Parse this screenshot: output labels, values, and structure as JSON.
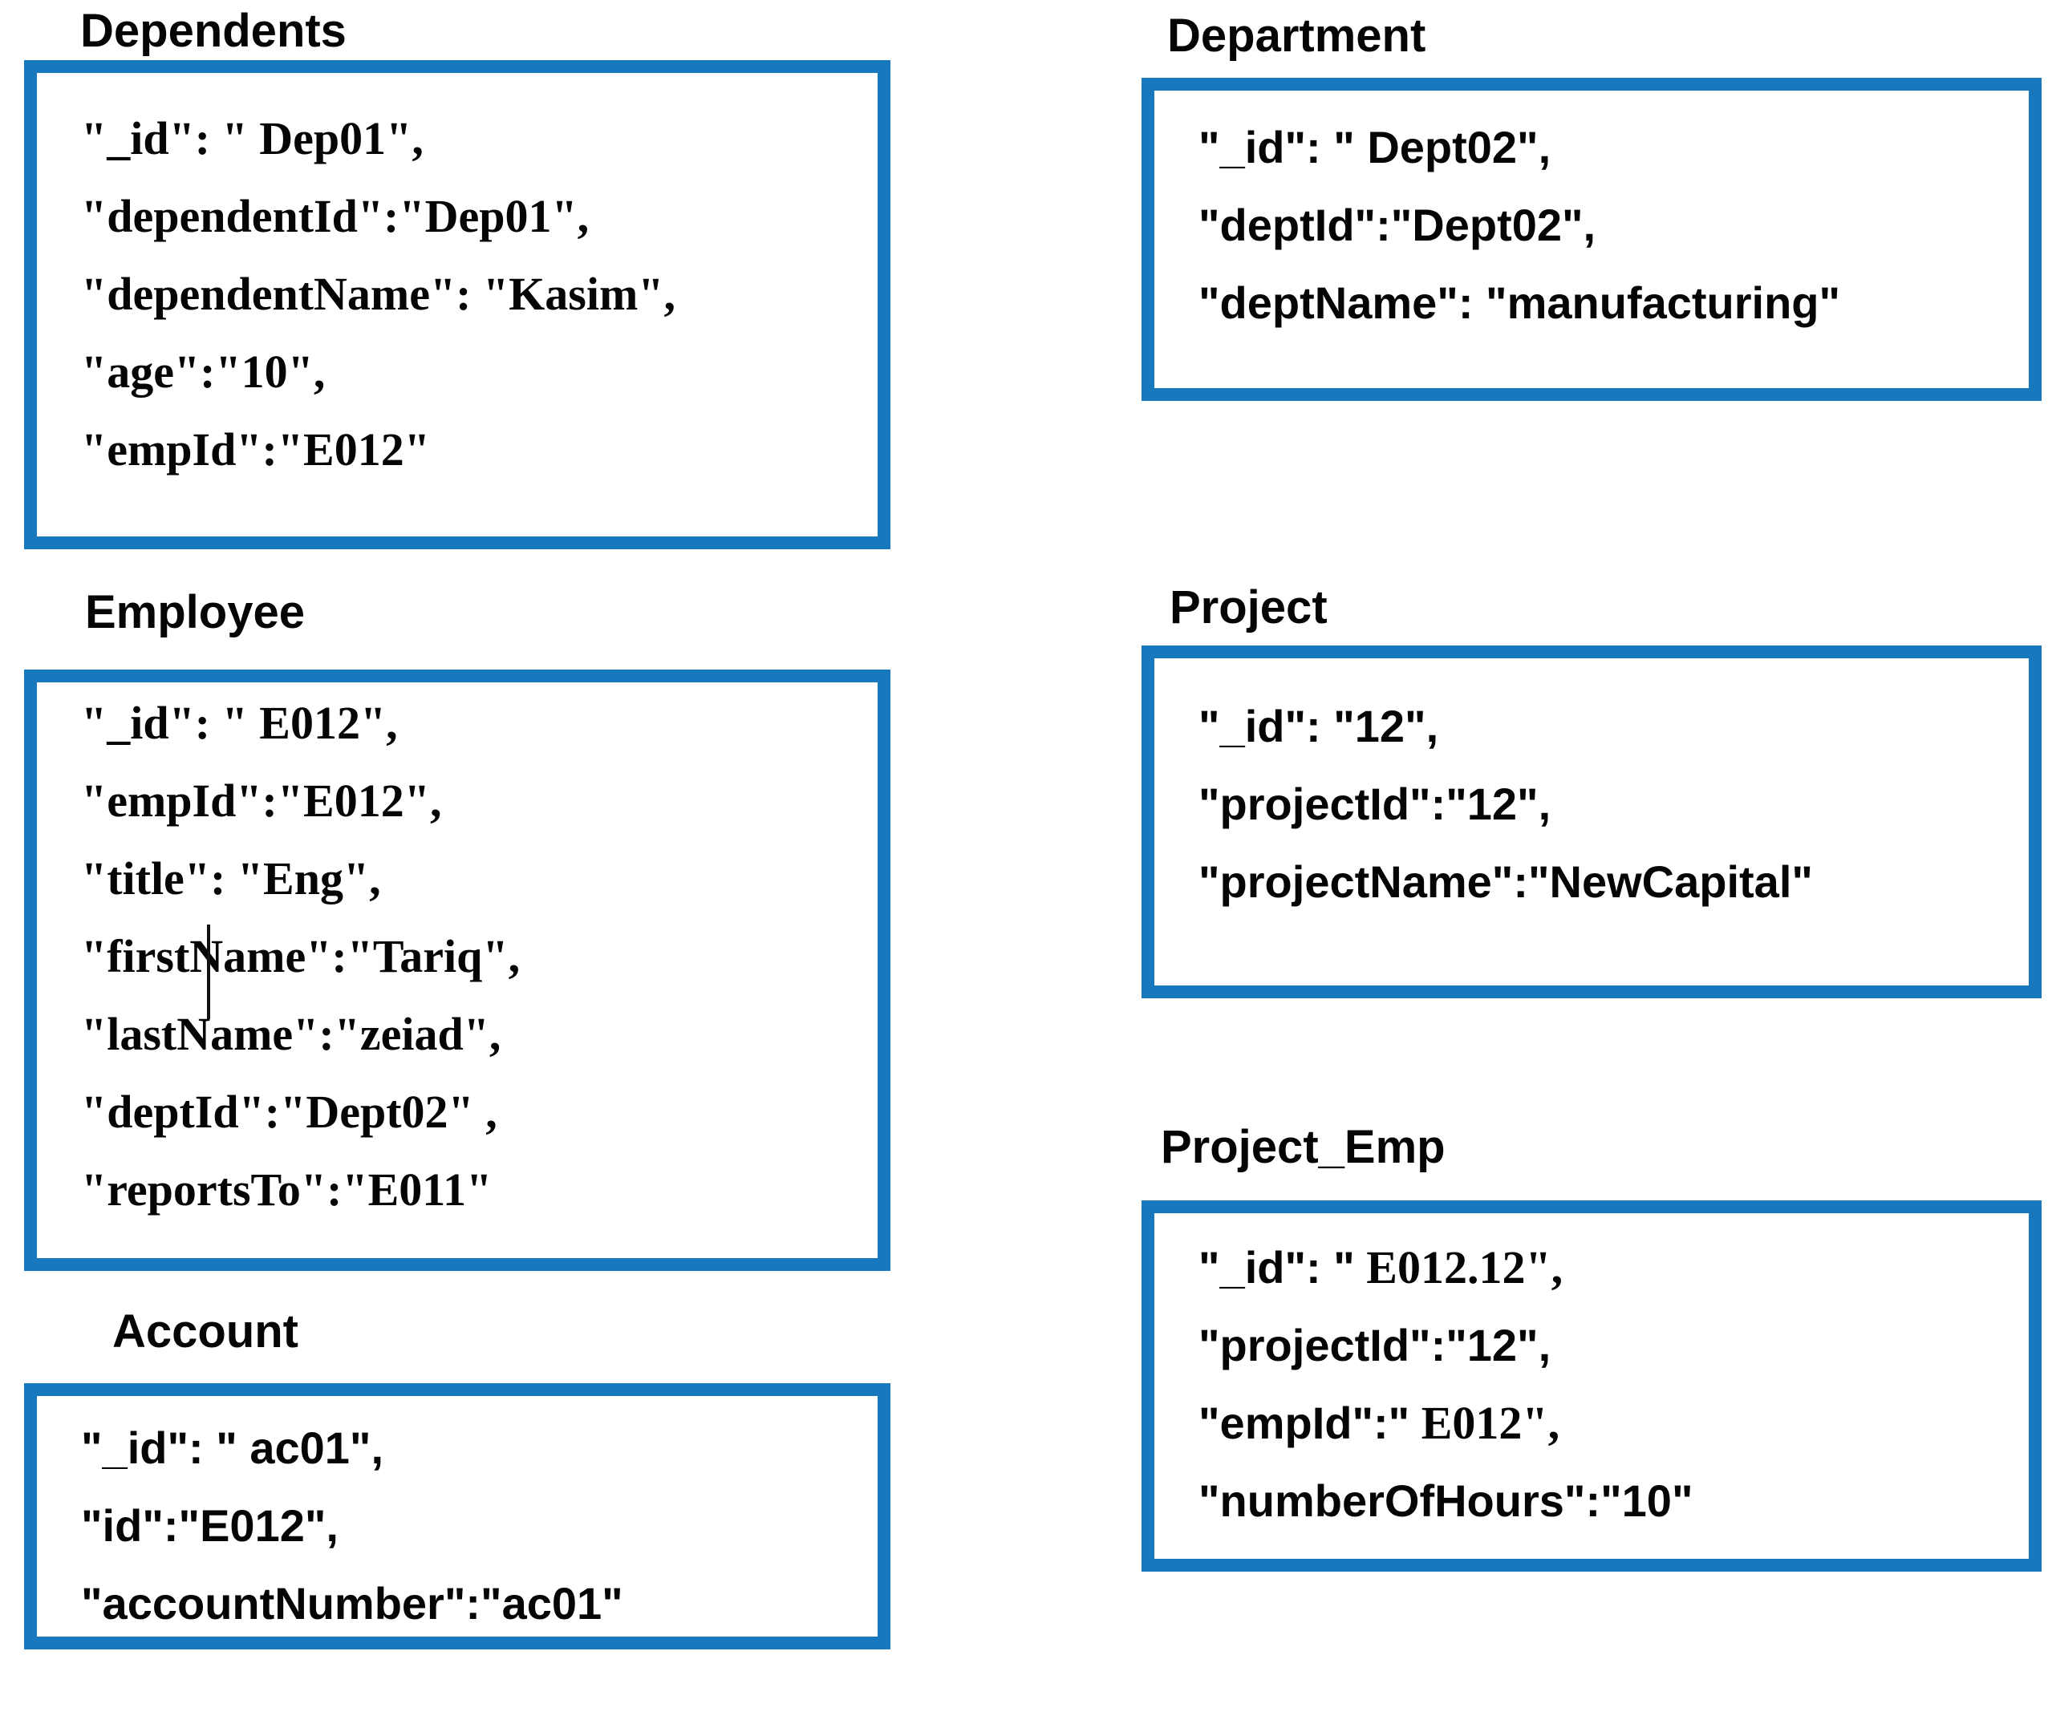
{
  "colors": {
    "background": "#ffffff",
    "box_border": "#1878be",
    "text": "#050505"
  },
  "entities": [
    {
      "key": "dependents",
      "title": "Dependents",
      "lines": [
        "\"_id\": \" Dep01\",",
        "\"dependentId\":\"Dep01\",",
        "\"dependentName\": \"Kasim\",",
        "\"age\":\"10\",",
        "\"empId\":\"E012\""
      ]
    },
    {
      "key": "department",
      "title": "Department",
      "lines": [
        "\"_id\": \" Dept02\",",
        "\"deptId\":\"Dept02\",",
        "\"deptName\": \"manufacturing\""
      ]
    },
    {
      "key": "employee",
      "title": "Employee",
      "lines": [
        "\"_id\": \" E012\",",
        "\"empId\":\"E012\",",
        "\"title\": \"Eng\",",
        "\"firstName\":\"Tariq\",",
        "\"lastName\":\"zeiad\",",
        "\"deptId\":\"Dept02\" ,",
        "\"reportsTo\":\"E011\""
      ]
    },
    {
      "key": "project",
      "title": "Project",
      "lines": [
        "\"_id\": \"12\",",
        "\"projectId\":\"12\",",
        "\"projectName\":\"NewCapital\""
      ]
    },
    {
      "key": "account",
      "title": "Account",
      "lines": [
        "\"_id\": \" ac01\",",
        "\"id\":\"E012\",",
        "\"accountNumber\":\"ac01\""
      ]
    },
    {
      "key": "project_emp",
      "title": "Project_Emp",
      "lines": [
        [
          {
            "t": "\"_id\": \"",
            "f": "sans"
          },
          {
            "t": " E012.12\",",
            "f": "serif"
          }
        ],
        "\"projectId\":\"12\",",
        [
          {
            "t": "\"empId\":\"",
            "f": "sans"
          },
          {
            "t": " E012\",",
            "f": "serif"
          }
        ],
        "\"numberOfHours\":\"10\""
      ]
    }
  ]
}
